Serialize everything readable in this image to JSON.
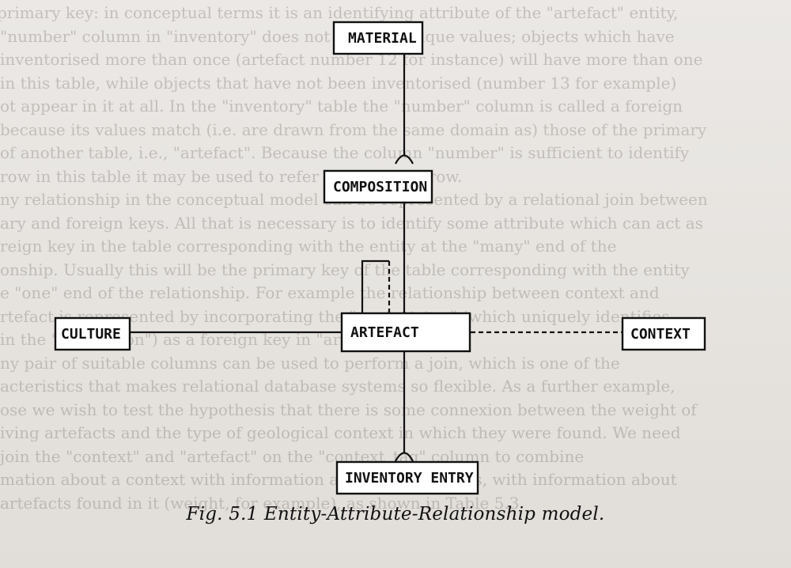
{
  "diagram": {
    "entities": {
      "material": "MATERIAL",
      "composition": "COMPOSITION",
      "artefact": "ARTEFACT",
      "culture": "CULTURE",
      "context": "CONTEXT",
      "inventory_entry": "INVENTORY ENTRY"
    }
  },
  "caption": "Fig. 5.1   Entity-Attribute-Relationship model.",
  "background_text": [
    "primary key: in conceptual terms it is an identifying attribute of the \"artefact\" entity,",
    "\"number\" column in \"inventory\" does not contain unique values; objects which have",
    "inventorised more than once (artefact number 12 for instance) will have more than one",
    "in this table, while objects that have not been inventorised (number 13 for example)",
    "ot appear in it at all. In the \"inventory\" table the \"number\" column is called a foreign",
    "because its values match (i.e. are drawn from the same domain as) those of the primary",
    "of another table, i.e., \"artefact\". Because the column \"number\" is sufficient to identify",
    "row in this table it may be used to refer to the whole row.",
    "ny relationship in the conceptual model can be represented by a relational join between",
    "ary and foreign keys. All that is necessary is to identify some attribute which can act as",
    "reign key in the table corresponding with the entity at the \"many\" end of the",
    "onship. Usually this will be the primary key of the table corresponding with the entity",
    "e \"one\" end of the relationship. For example the relationship between context and",
    "rtefact is represented by incorporating the \"context_tag\" (which uniquely identifies",
    "in the \"excavation\") as a foreign key in \"artefact\".",
    "ny pair of suitable columns can be used to perform a join, which is one of the",
    "acteristics that makes relational database systems so flexible. As a further example,",
    "ose we wish to test the hypothesis that there is some connexion between the weight of",
    "iving artefacts and the type of geological context in which they were found. We need",
    "join the \"context\" and \"artefact\" on the \"context_tag\" column to combine",
    "mation about a context with information about the artefacts, with information about",
    "artefacts found in it (weight, for example), as shown in Table 5.3."
  ]
}
